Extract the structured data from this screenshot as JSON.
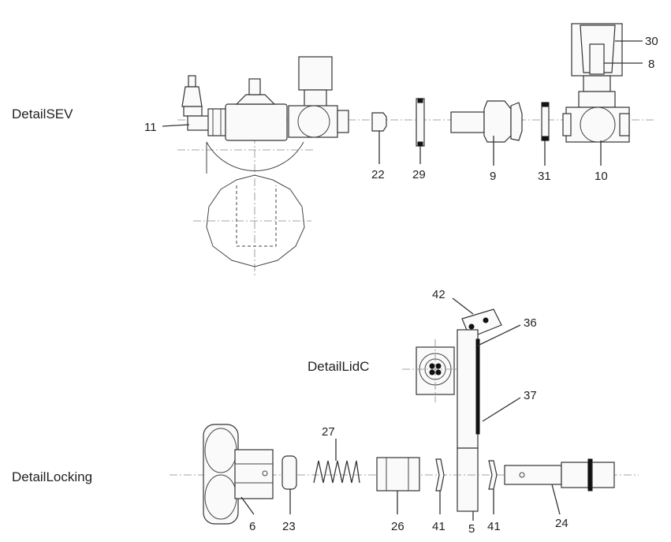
{
  "sections": {
    "sev": "DetailSEV",
    "lidc": "DetailLidC",
    "locking": "DetailLocking"
  },
  "parts": {
    "p11": "11",
    "p22": "22",
    "p29": "29",
    "p9": "9",
    "p31": "31",
    "p10": "10",
    "p30": "30",
    "p8": "8",
    "p42": "42",
    "p36": "36",
    "p37": "37",
    "p27": "27",
    "p6": "6",
    "p23": "23",
    "p26": "26",
    "p41a": "41",
    "p5": "5",
    "p41b": "41",
    "p24": "24"
  }
}
